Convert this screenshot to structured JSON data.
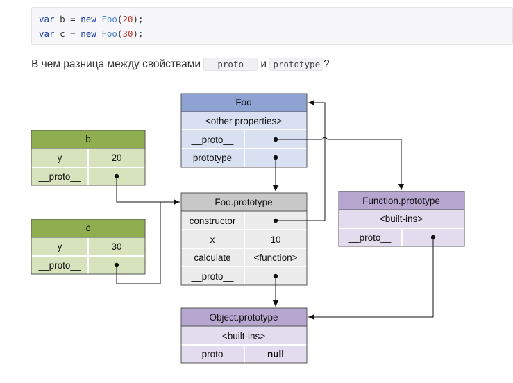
{
  "code": {
    "line1": {
      "var": "var",
      "name": "b",
      "eq": "=",
      "new": "new",
      "cls": "Foo",
      "open": "(",
      "arg": "20",
      "close": ");"
    },
    "line2": {
      "var": "var",
      "name": "c",
      "eq": "=",
      "new": "new",
      "cls": "Foo",
      "open": "(",
      "arg": "30",
      "close": ");"
    }
  },
  "question": {
    "before": "В чем разница между свойствами",
    "code1": "__proto__",
    "middle": "и",
    "code2": "prototype",
    "after": "?"
  },
  "colors": {
    "foo_header": "#8ea3d4",
    "foo_body": "#d9e0f2",
    "green_header": "#8fae4f",
    "green_body": "#d6e3bc",
    "gray_header": "#c8c8c8",
    "gray_body": "#ececec",
    "purple_header": "#b7a6cf",
    "purple_body": "#e3dcef"
  },
  "diagram": {
    "foo": {
      "title": "Foo",
      "other": "<other properties>",
      "proto": "__proto__",
      "prototype": "prototype"
    },
    "b": {
      "title": "b",
      "y_label": "y",
      "y_value": "20",
      "proto": "__proto__"
    },
    "c": {
      "title": "c",
      "y_label": "y",
      "y_value": "30",
      "proto": "__proto__"
    },
    "foo_prototype": {
      "title": "Foo.prototype",
      "constructor": "constructor",
      "x_label": "x",
      "x_value": "10",
      "calc_label": "calculate",
      "calc_value": "<function>",
      "proto": "__proto__"
    },
    "function_prototype": {
      "title": "Function.prototype",
      "builtins": "<built-ins>",
      "proto": "__proto__"
    },
    "object_prototype": {
      "title": "Object.prototype",
      "builtins": "<built-ins>",
      "proto": "__proto__",
      "proto_value": "null"
    }
  }
}
